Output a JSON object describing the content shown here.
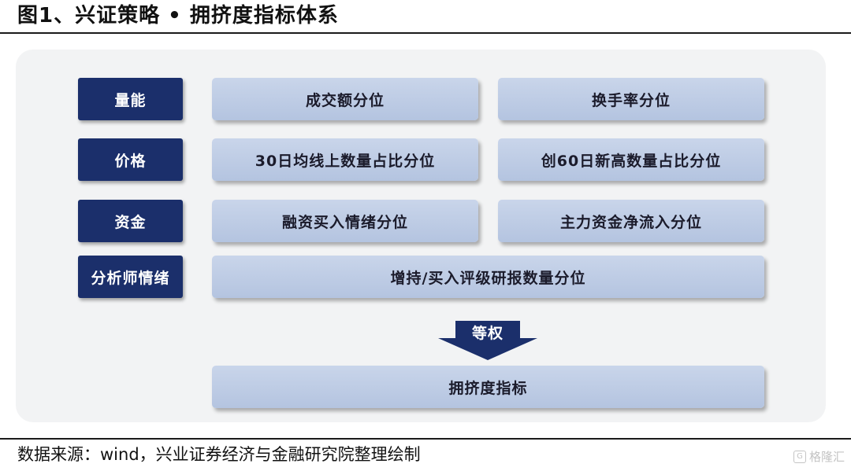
{
  "title": "图1、兴证策略 •  拥挤度指标体系",
  "categories": [
    {
      "label": "量能",
      "metrics": [
        "成交额分位",
        "换手率分位"
      ]
    },
    {
      "label": "价格",
      "metrics": [
        "30日均线上数量占比分位",
        "创60日新高数量占比分位"
      ]
    },
    {
      "label": "资金",
      "metrics": [
        "融资买入情绪分位",
        "主力资金净流入分位"
      ]
    },
    {
      "label": "分析师情绪",
      "metrics": [
        "增持/买入评级研报数量分位"
      ]
    }
  ],
  "arrow_label": "等权",
  "result_label": "拥挤度指标",
  "source": "数据来源：wind，兴业证券经济与金融研究院整理绘制",
  "watermark": {
    "icon_char": "G",
    "text": "格隆汇"
  },
  "colors": {
    "category_fill": "#1b2f6b",
    "metric_fill": "#b4c4e0",
    "panel_bg": "#f2f3f4",
    "arrow_fill": "#1b2f6b"
  }
}
